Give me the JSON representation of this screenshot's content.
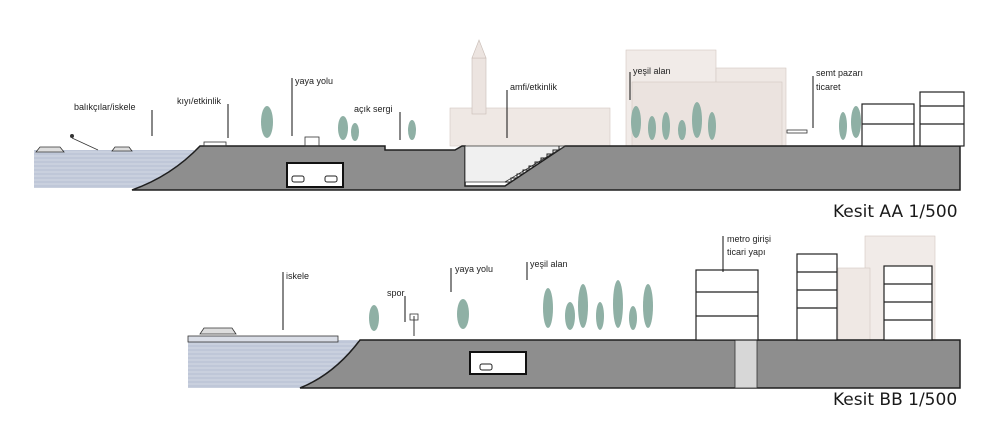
{
  "sections": [
    {
      "title": "Kesit AA 1/500",
      "labels": [
        "balıkçılar/iskele",
        "kıyı/etkinlik",
        "yaya yolu",
        "açık sergi",
        "amfi/etkinlik",
        "yeşil alan",
        "semt pazarı",
        "ticaret"
      ]
    },
    {
      "title": "Kesit BB 1/500",
      "labels": [
        "iskele",
        "spor",
        "yaya yolu",
        "yeşil alan",
        "metro girişi",
        "ticari yapı"
      ]
    }
  ],
  "colors": {
    "ground": "#8e8e8e",
    "water": "#c9d0de",
    "water_line": "#9aa6bd",
    "building_fill": "#efe8e4",
    "building_stroke": "#c9bdb6",
    "tree": "#8fb0a5",
    "outline": "#222222"
  }
}
